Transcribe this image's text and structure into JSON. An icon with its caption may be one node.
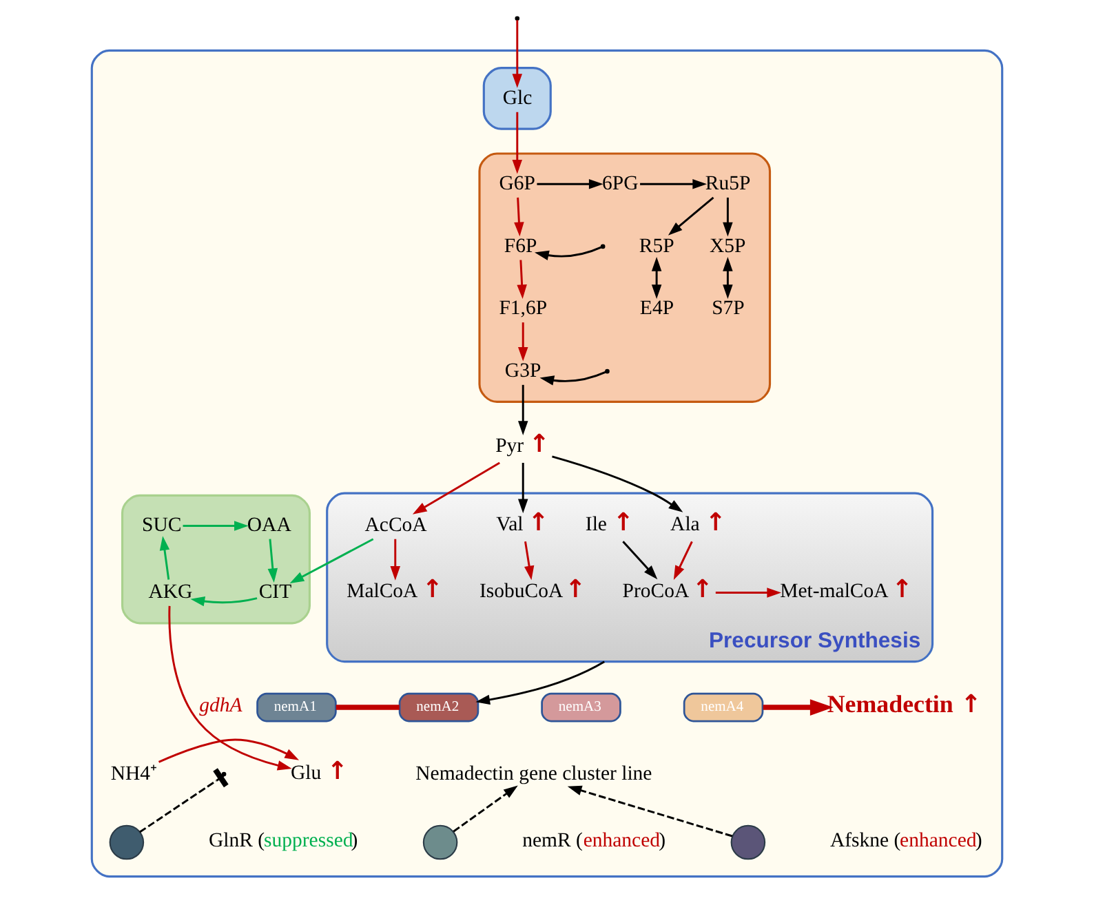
{
  "diagram": {
    "nodes": [
      {
        "text": [],
        "shape": "box"
      },
      {
        "text": [],
        "shape": "box",
        "in": 0
      },
      {
        "text": [
          "Glc"
        ],
        "in": 1
      },
      {
        "text": [],
        "shape": "box",
        "in": 0
      },
      {
        "text": [
          "G6P"
        ],
        "in": 3
      },
      {
        "text": [
          "6PG"
        ],
        "in": 3
      },
      {
        "text": [
          "Ru5P"
        ],
        "in": 3
      },
      {
        "text": [
          "F6P"
        ],
        "in": 3
      },
      {
        "text": [
          "X5P"
        ],
        "in": 3
      },
      {
        "text": [
          "R5P"
        ],
        "in": 3
      },
      {
        "text": [
          "F1,6P"
        ],
        "in": 3
      },
      {
        "text": [
          "E4P"
        ],
        "in": 3
      },
      {
        "text": [
          "S7P"
        ],
        "in": 3
      },
      {
        "text": [
          "G3P"
        ],
        "in": 3
      },
      {
        "text": [
          "Pyr"
        ],
        "in": 0,
        "beside": [
          "↑"
        ]
      },
      {
        "text": [],
        "shape": "box",
        "in": 0
      },
      {
        "text": [
          "SUC"
        ],
        "in": 15
      },
      {
        "text": [
          "OAA"
        ],
        "in": 15
      },
      {
        "text": [
          "AKG"
        ],
        "in": 15
      },
      {
        "text": [
          "CIT"
        ],
        "in": 15
      },
      {
        "text": [
          "Precursor Synthesis"
        ],
        "in": 0
      },
      {
        "text": [
          "AcCoA"
        ],
        "in": 20
      },
      {
        "text": [
          "Val"
        ],
        "in": 20,
        "beside": [
          "↑"
        ]
      },
      {
        "text": [
          "Ala"
        ],
        "in": 20,
        "beside": [
          "↑"
        ]
      },
      {
        "text": [
          "Ile"
        ],
        "in": 20,
        "beside": [
          "↑"
        ]
      },
      {
        "text": [
          "MalCoA"
        ],
        "in": 20,
        "beside": [
          "↑"
        ]
      },
      {
        "text": [
          "IsobuCoA"
        ],
        "in": 20,
        "beside": [
          "↑"
        ]
      },
      {
        "text": [
          "ProCoA"
        ],
        "in": 20,
        "beside": [
          "↑"
        ]
      },
      {
        "text": [
          "Met-malCoA"
        ],
        "in": 20,
        "beside": [
          "↑"
        ]
      },
      {
        "text": [
          "nemA1"
        ],
        "in": 0
      },
      {
        "text": [
          "nemA2"
        ],
        "in": 0
      },
      {
        "text": [
          "nemA3"
        ],
        "in": 0
      },
      {
        "text": [
          "nemA4"
        ],
        "in": 0
      },
      {
        "text": [
          "Nemadectin"
        ],
        "in": 0,
        "beside": [
          "↑"
        ]
      },
      {
        "text": [
          "NH4⁺"
        ],
        "in": 0
      },
      {
        "text": [
          "Glu"
        ],
        "in": 0,
        "beside": [
          "↑"
        ]
      },
      {
        "text": [
          "Nemadectin gene cluster line"
        ],
        "in": 0
      },
      {
        "text": [],
        "shape": "circle",
        "in": 0,
        "beside": [
          "GlnR (suppressed)"
        ]
      },
      {
        "text": [],
        "shape": "circle",
        "in": 0,
        "beside": [
          "nemR (enhanced)"
        ]
      },
      {
        "text": [],
        "shape": "circle",
        "in": 0,
        "beside": [
          "Afskne (enhanced)"
        ]
      }
    ],
    "edges": [
      {
        "from": null,
        "to": 2,
        "arrow": "to",
        "color": "#c00000"
      },
      {
        "from": 2,
        "to": 4,
        "arrow": "to",
        "color": "#c00000"
      },
      {
        "from": 4,
        "to": 7,
        "arrow": "to",
        "color": "#c00000"
      },
      {
        "from": 7,
        "to": 10,
        "arrow": "to",
        "color": "#c00000"
      },
      {
        "from": 10,
        "to": 13,
        "arrow": "to",
        "color": "#c00000"
      },
      {
        "from": 4,
        "to": 5,
        "arrow": "to",
        "color": "#000000"
      },
      {
        "from": 5,
        "to": 6,
        "arrow": "to",
        "color": "#000000"
      },
      {
        "from": 6,
        "to": 8,
        "arrow": "to",
        "color": "#000000"
      },
      {
        "from": 6,
        "to": 9,
        "arrow": "to",
        "color": "#000000"
      },
      {
        "from": 8,
        "to": 12,
        "arrow": "both",
        "color": "#000000"
      },
      {
        "from": 9,
        "to": 11,
        "arrow": "both",
        "color": "#000000"
      },
      {
        "from": null,
        "to": 7,
        "arrow": "to",
        "color": "#000000"
      },
      {
        "from": null,
        "to": 13,
        "arrow": "to",
        "color": "#000000"
      },
      {
        "from": 13,
        "to": 14,
        "arrow": "to",
        "color": "#000000"
      },
      {
        "from": 14,
        "to": 21,
        "arrow": "to",
        "color": "#c00000"
      },
      {
        "from": 14,
        "to": 22,
        "arrow": "to",
        "color": "#000000"
      },
      {
        "from": 14,
        "to": 23,
        "arrow": "to",
        "color": "#000000"
      },
      {
        "from": 16,
        "to": 17,
        "arrow": "to",
        "color": "#00b050"
      },
      {
        "from": 17,
        "to": 19,
        "arrow": "to",
        "color": "#00b050"
      },
      {
        "from": 19,
        "to": 18,
        "arrow": "to",
        "color": "#00b050"
      },
      {
        "from": 18,
        "to": 16,
        "arrow": "to",
        "color": "#00b050"
      },
      {
        "from": 21,
        "to": 19,
        "arrow": "to",
        "color": "#00b050"
      },
      {
        "from": 21,
        "to": 25,
        "arrow": "to",
        "color": "#c00000"
      },
      {
        "from": 22,
        "to": 26,
        "arrow": "to",
        "color": "#c00000"
      },
      {
        "from": 23,
        "to": 27,
        "arrow": "to",
        "color": "#c00000"
      },
      {
        "from": 24,
        "to": 27,
        "arrow": "to",
        "color": "#000000"
      },
      {
        "from": 27,
        "to": 28,
        "arrow": "to",
        "color": "#c00000"
      },
      {
        "from": 20,
        "to": 30,
        "arrow": "to",
        "color": "#000000"
      },
      {
        "from": 29,
        "to": 30,
        "arrow": "none",
        "style": "thick",
        "color": "#c00000"
      },
      {
        "from": 32,
        "to": 33,
        "arrow": "to",
        "style": "thick",
        "color": "#c00000"
      },
      {
        "from": 18,
        "to": 35,
        "arrow": "to",
        "label": "gdhA",
        "color": "#c00000"
      },
      {
        "from": 34,
        "to": 35,
        "arrow": "to",
        "color": "#c00000"
      },
      {
        "from": 37,
        "to": null,
        "arrow": "other",
        "style": "dashed",
        "color": "#000000"
      },
      {
        "from": 38,
        "to": 36,
        "arrow": "to",
        "style": "dashed",
        "color": "#000000"
      },
      {
        "from": 39,
        "to": 36,
        "arrow": "to",
        "style": "dashed",
        "color": "#000000"
      }
    ]
  }
}
